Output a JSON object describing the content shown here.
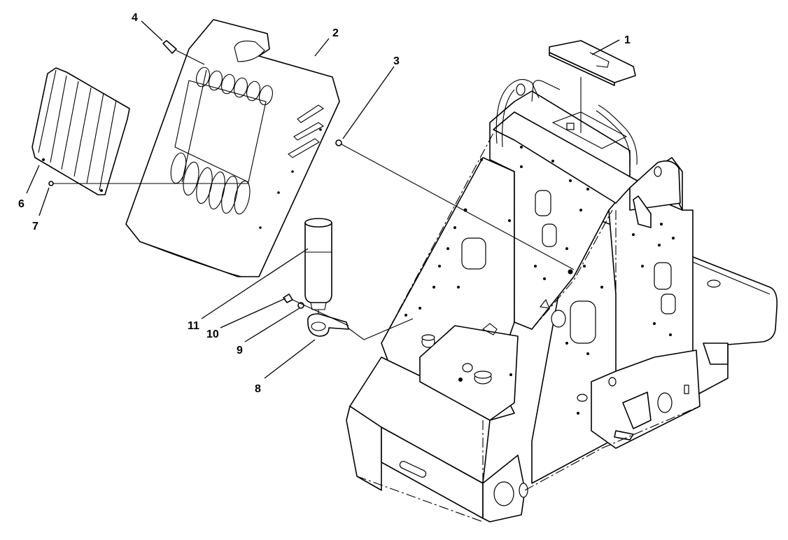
{
  "callouts": [
    {
      "id": "1",
      "label": "1"
    },
    {
      "id": "2",
      "label": "2"
    },
    {
      "id": "3",
      "label": "3"
    },
    {
      "id": "4",
      "label": "4"
    },
    {
      "id": "6",
      "label": "6"
    },
    {
      "id": "7",
      "label": "7"
    },
    {
      "id": "8",
      "label": "8"
    },
    {
      "id": "9",
      "label": "9"
    },
    {
      "id": "10",
      "label": "10"
    },
    {
      "id": "11",
      "label": "11"
    }
  ]
}
